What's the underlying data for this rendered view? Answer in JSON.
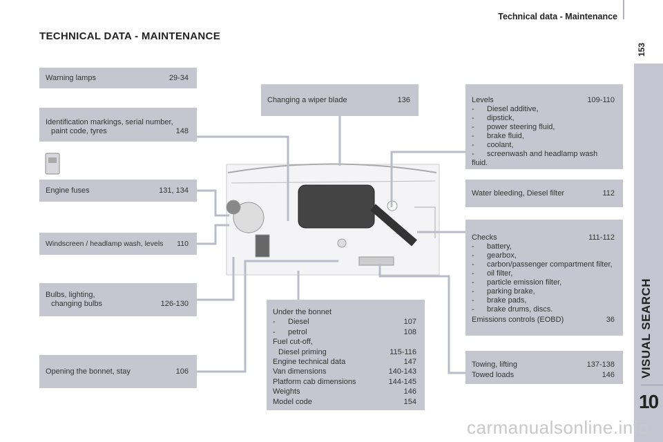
{
  "header": {
    "section": "Technical data - Maintenance",
    "title": "TECHNICAL DATA - MAINTENANCE",
    "page": "153"
  },
  "tab": {
    "label": "VISUAL SEARCH",
    "chapter": "10"
  },
  "boxes": {
    "warning": {
      "label": "Warning lamps",
      "page": "29-34"
    },
    "ident": {
      "line1": "Identification markings, serial number,",
      "line2": "paint code, tyres",
      "page": "148"
    },
    "fuses": {
      "label": "Engine fuses",
      "page": "131, 134"
    },
    "windscreen": {
      "label": "Windscreen / headlamp wash, levels",
      "page": "110"
    },
    "bulbs": {
      "line1": "Bulbs, lighting,",
      "line2": "changing bulbs",
      "page": "126-130"
    },
    "bonnet": {
      "label": "Opening the bonnet, stay",
      "page": "106"
    },
    "wiper": {
      "label": "Changing a wiper blade",
      "page": "136"
    },
    "under": {
      "title": "Under the bonnet",
      "diesel": "Diesel",
      "diesel_page": "107",
      "petrol": "petrol",
      "petrol_page": "108",
      "fuel1": "Fuel cut-off,",
      "fuel2": "Diesel priming",
      "fuel_page": "115-116",
      "rows": [
        {
          "l": "Engine technical data",
          "p": "147"
        },
        {
          "l": "Van dimensions",
          "p": "140-143"
        },
        {
          "l": "Platform cab dimensions",
          "p": "144-145"
        },
        {
          "l": "Weights",
          "p": "146"
        },
        {
          "l": "Model code",
          "p": "154"
        }
      ]
    },
    "levels": {
      "label": "Levels",
      "page": "109-110",
      "items": [
        "Diesel additive,",
        "dipstick,",
        "power steering fluid,",
        "brake fluid,",
        "coolant,",
        "screenwash and headlamp wash fluid."
      ]
    },
    "water": {
      "label": "Water bleeding, Diesel filter",
      "page": "112"
    },
    "checks": {
      "label": "Checks",
      "page": "111-112",
      "items": [
        "battery,",
        "gearbox,",
        "carbon/passenger compartment filter,",
        "oil filter,",
        "particle emission filter,",
        "parking brake,",
        "brake pads,",
        "brake drums, discs."
      ],
      "emissions": "Emissions controls (EOBD)",
      "emissions_page": "36"
    },
    "towing": {
      "line1": "Towing, lifting",
      "page1": "137-138",
      "line2": "Towed loads",
      "page2": "146"
    }
  },
  "watermark": "carmanualsonline.info",
  "colors": {
    "box": "#c5c6d0",
    "line": "#b9bbc9"
  }
}
